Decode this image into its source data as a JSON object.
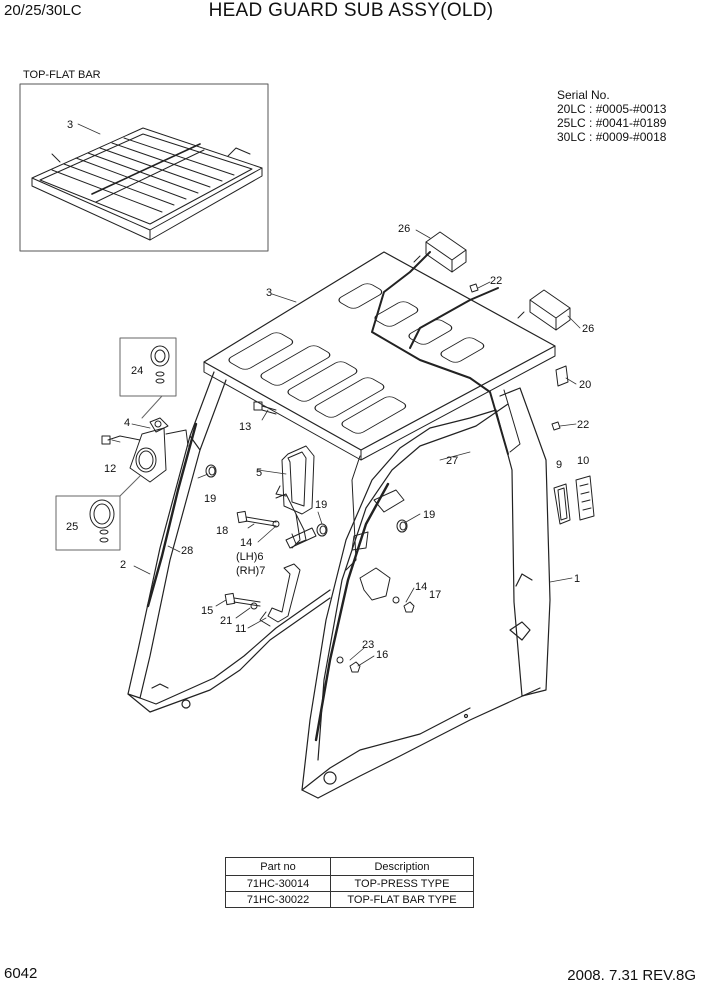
{
  "header": {
    "model": "20/25/30LC",
    "title": "HEAD GUARD SUB ASSY(OLD)"
  },
  "inset": {
    "label": "TOP-FLAT BAR"
  },
  "serial": {
    "heading": "Serial No.",
    "lines": [
      "20LC : #0005-#0013",
      "25LC : #0041-#0189",
      "30LC : #0009-#0018"
    ]
  },
  "callouts": {
    "c1": "1",
    "c2": "2",
    "c3_inset": "3",
    "c3": "3",
    "c4": "4",
    "c5": "5",
    "c6": "(LH)6",
    "c7": "(RH)7",
    "c9": "9",
    "c10": "10",
    "c11": "11",
    "c12": "12",
    "c13": "13",
    "c14a": "14",
    "c14b": "14",
    "c15": "15",
    "c16": "16",
    "c17": "17",
    "c18": "18",
    "c19a": "19",
    "c19b": "19",
    "c19c": "19",
    "c20": "20",
    "c21": "21",
    "c22a": "22",
    "c22b": "22",
    "c23": "23",
    "c24": "24",
    "c25": "25",
    "c26a": "26",
    "c26b": "26",
    "c27": "27",
    "c28": "28"
  },
  "parts_table": {
    "headers": [
      "Part no",
      "Description"
    ],
    "rows": [
      [
        "71HC-30014",
        "TOP-PRESS TYPE"
      ],
      [
        "71HC-30022",
        "TOP-FLAT BAR TYPE"
      ]
    ]
  },
  "footer": {
    "page_number": "6042",
    "date_rev": "2008. 7.31  REV.8G"
  }
}
